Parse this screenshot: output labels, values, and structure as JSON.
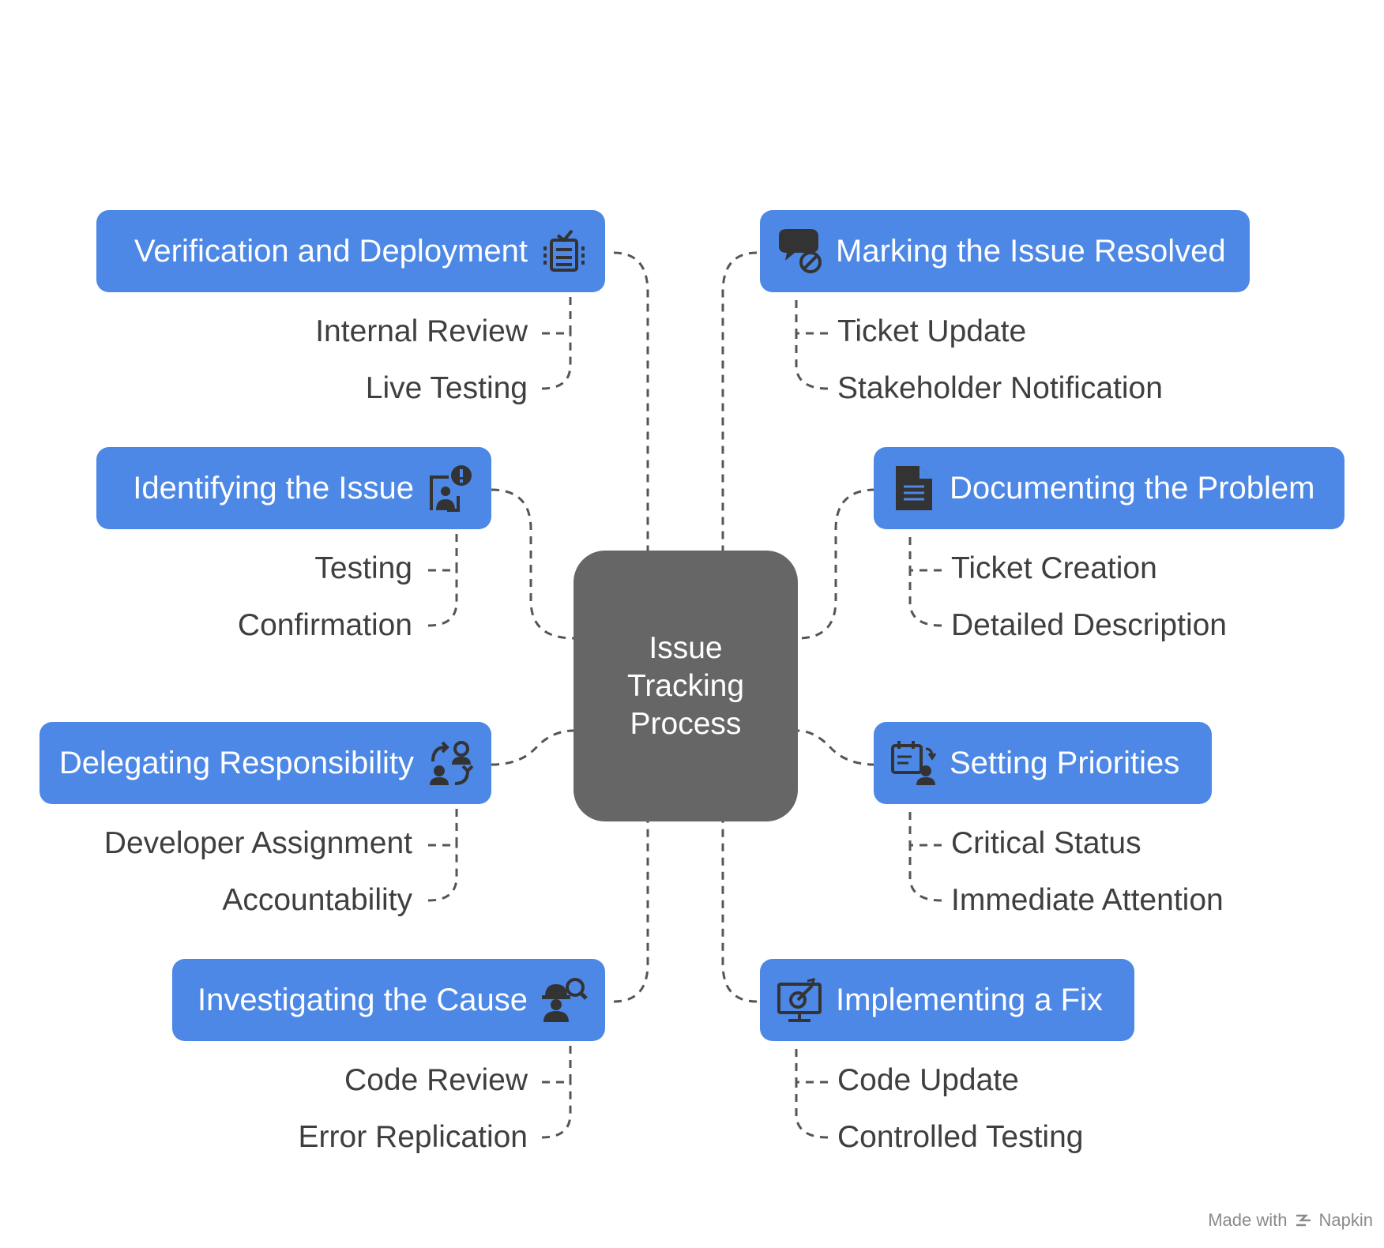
{
  "center": {
    "title": "Issue Tracking Process"
  },
  "topics": [
    {
      "id": "verification",
      "label": "Verification and Deployment",
      "icon": "checklist-icon",
      "subs": [
        "Internal Review",
        "Live Testing"
      ]
    },
    {
      "id": "marking",
      "label": "Marking the Issue Resolved",
      "icon": "chat-blocked-icon",
      "subs": [
        "Ticket Update",
        "Stakeholder Notification"
      ]
    },
    {
      "id": "identifying",
      "label": "Identifying the Issue",
      "icon": "person-alert-icon",
      "subs": [
        "Testing",
        "Confirmation"
      ]
    },
    {
      "id": "documenting",
      "label": "Documenting the Problem",
      "icon": "document-icon",
      "subs": [
        "Ticket Creation",
        "Detailed Description"
      ]
    },
    {
      "id": "delegating",
      "label": "Delegating Responsibility",
      "icon": "people-swap-icon",
      "subs": [
        "Developer Assignment",
        "Accountability"
      ]
    },
    {
      "id": "priorities",
      "label": "Setting Priorities",
      "icon": "calendar-person-icon",
      "subs": [
        "Critical Status",
        "Immediate Attention"
      ]
    },
    {
      "id": "investigating",
      "label": "Investigating the Cause",
      "icon": "worker-search-icon",
      "subs": [
        "Code Review",
        "Error Replication"
      ]
    },
    {
      "id": "implementing",
      "label": "Implementing a Fix",
      "icon": "monitor-target-icon",
      "subs": [
        "Code Update",
        "Controlled Testing"
      ]
    }
  ],
  "watermark": {
    "text": "Made with",
    "brand": "Napkin"
  },
  "colors": {
    "topic_fill": "#4d88e6",
    "center_fill": "#666666",
    "connector": "#555555",
    "icon": "#333333"
  }
}
